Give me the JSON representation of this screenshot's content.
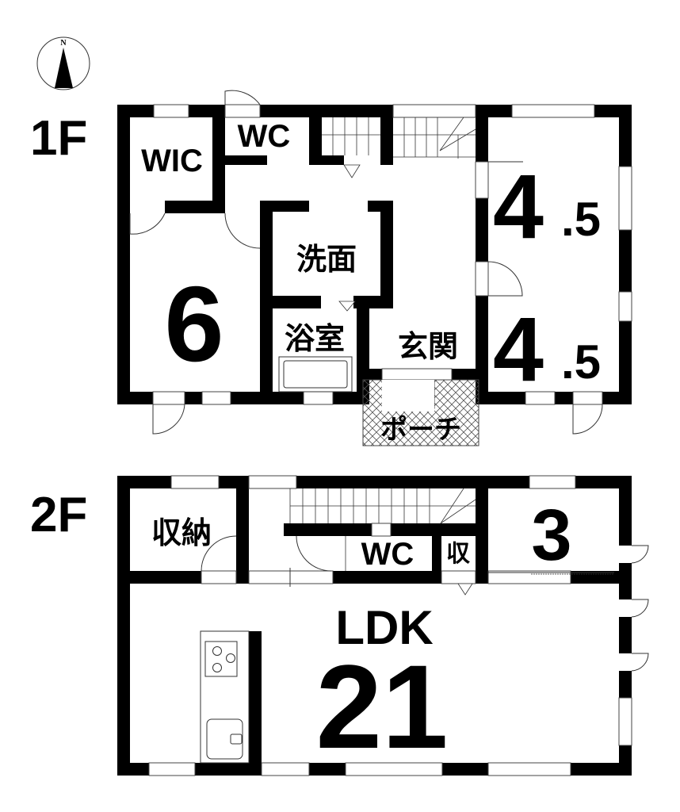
{
  "compass": {
    "label": "N",
    "icon": "north-arrow-icon"
  },
  "floors": [
    {
      "id": "1F",
      "label": "1F",
      "rooms": [
        {
          "id": "wic",
          "label": "WIC"
        },
        {
          "id": "wc1",
          "label": "WC"
        },
        {
          "id": "bedroom6",
          "label": "6"
        },
        {
          "id": "senmen",
          "label": "洗面"
        },
        {
          "id": "yokushitsu",
          "label": "浴室"
        },
        {
          "id": "genkan",
          "label": "玄関"
        },
        {
          "id": "room45a",
          "label": "4",
          "suffix": ".5"
        },
        {
          "id": "room45b",
          "label": "4",
          "suffix": ".5"
        },
        {
          "id": "porch",
          "label": "ポーチ"
        }
      ]
    },
    {
      "id": "2F",
      "label": "2F",
      "rooms": [
        {
          "id": "shuno",
          "label": "収納"
        },
        {
          "id": "wc2",
          "label": "WC"
        },
        {
          "id": "shu",
          "label": "収"
        },
        {
          "id": "room3",
          "label": "3"
        },
        {
          "id": "ldk",
          "label": "LDK"
        },
        {
          "id": "ldk_size",
          "label": "21"
        }
      ]
    }
  ],
  "colors": {
    "wall": "#000000",
    "background": "#ffffff",
    "line": "#333333"
  }
}
